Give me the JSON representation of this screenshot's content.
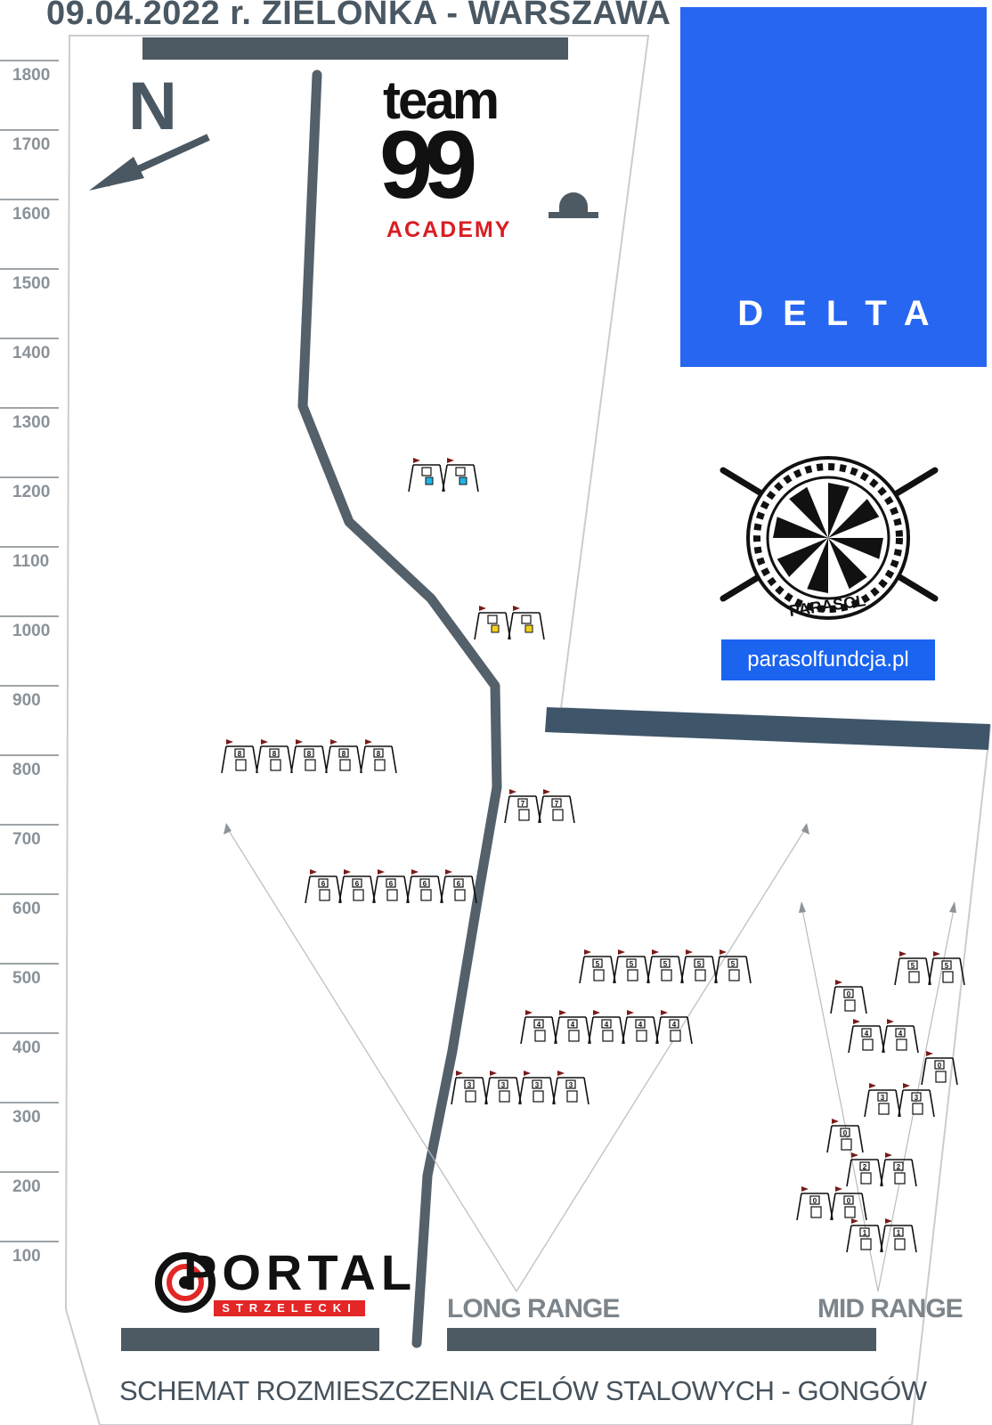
{
  "title": "09.04.2022 r. ZIELONKA - WARSZAWA",
  "north_label": "N",
  "scale": {
    "marks": [
      {
        "label": "1800",
        "value": 1800
      },
      {
        "label": "1700",
        "value": 1700
      },
      {
        "label": "1600",
        "value": 1600
      },
      {
        "label": "1500",
        "value": 1500
      },
      {
        "label": "1400",
        "value": 1400
      },
      {
        "label": "1300",
        "value": 1300
      },
      {
        "label": "1200",
        "value": 1200
      },
      {
        "label": "1100",
        "value": 1100
      },
      {
        "label": "1000",
        "value": 1000
      },
      {
        "label": "900",
        "value": 900
      },
      {
        "label": "800",
        "value": 800
      },
      {
        "label": "700",
        "value": 700
      },
      {
        "label": "600",
        "value": 600
      },
      {
        "label": "500",
        "value": 500
      },
      {
        "label": "400",
        "value": 400
      },
      {
        "label": "300",
        "value": 300
      },
      {
        "label": "200",
        "value": 200
      },
      {
        "label": "100",
        "value": 100
      }
    ]
  },
  "sponsors": {
    "team99": {
      "word": "team",
      "number": "99",
      "sub": "ACADEMY"
    },
    "delta": {
      "word": "DELTA",
      "color": "#2666f0"
    },
    "parasol": {
      "name": "PARASOL",
      "url": "parasolfundcja.pl",
      "color": "#1a64f0"
    },
    "portal": {
      "word": "PORTAL",
      "sub": "STRZELECKI",
      "accent": "#e32626"
    }
  },
  "ranges": {
    "long_label": "LONG RANGE",
    "mid_label": "MID RANGE"
  },
  "caption": "SCHEMAT ROZMIESZCZENIA CELÓW STALOWYCH - GONGÓW",
  "colors": {
    "bar": "#4e5a63",
    "bar_blue": "#3f5569",
    "accent_cyan": "#1fb4e6",
    "accent_yellow": "#f2d21a",
    "flag": "#7a1a1a"
  },
  "targets": {
    "long_range": [
      {
        "label": "",
        "count": 2,
        "marker": "cyan"
      },
      {
        "label": "",
        "count": 2,
        "marker": "yellow"
      },
      {
        "label": "8",
        "count": 5
      },
      {
        "label": "7",
        "count": 2
      },
      {
        "label": "6",
        "count": 5
      },
      {
        "label": "5",
        "count": 5
      },
      {
        "label": "4",
        "count": 5
      },
      {
        "label": "3",
        "count": 4
      }
    ],
    "mid_range": [
      {
        "label": "5",
        "count": 2
      },
      {
        "label": "0",
        "count": 1
      },
      {
        "label": "4",
        "count": 2
      },
      {
        "label": "0",
        "count": 1
      },
      {
        "label": "3",
        "count": 2
      },
      {
        "label": "0",
        "count": 1
      },
      {
        "label": "2",
        "count": 2
      },
      {
        "label": "0",
        "count": 2
      },
      {
        "label": "1",
        "count": 2
      }
    ]
  }
}
